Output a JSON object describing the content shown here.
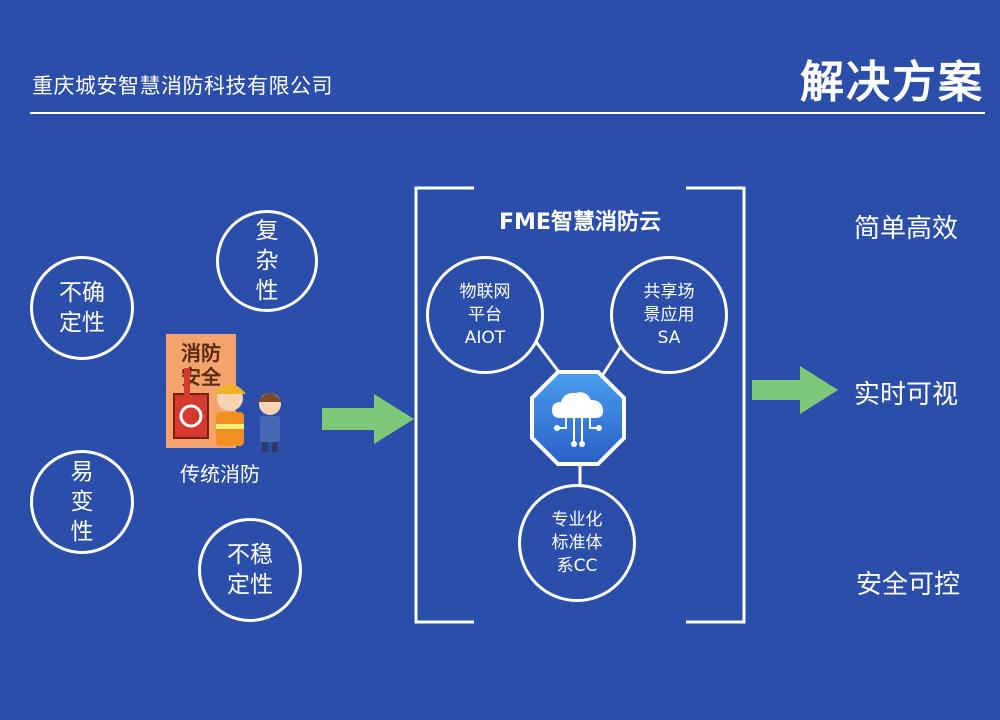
{
  "header": {
    "company": "重庆城安智慧消防科技有限公司",
    "title": "解决方案"
  },
  "problems": {
    "uncertainty": [
      "不确",
      "定性"
    ],
    "complexity": [
      "复",
      "杂",
      "性"
    ],
    "variability": [
      "易",
      "变",
      "性"
    ],
    "instability": [
      "不稳",
      "定性"
    ]
  },
  "traditional": {
    "label": "传统消防",
    "poster_text": [
      "消防",
      "安全"
    ]
  },
  "cloud": {
    "title": "FME智慧消防云",
    "iot": [
      "物联网",
      "平台",
      "AIOT"
    ],
    "share": [
      "共享场",
      "景应用",
      "SA"
    ],
    "standard": [
      "专业化",
      "标准体",
      "系CC"
    ]
  },
  "outcomes": {
    "efficient": "简单高效",
    "realtime": "实时可视",
    "safe": "安全可控"
  },
  "colors": {
    "background": "#2a4eaa",
    "arrow": "#7ec87a",
    "hub": "#3b7bd9"
  },
  "icons": {
    "arrow": "right-arrow-icon",
    "cloud": "cloud-network-icon"
  }
}
